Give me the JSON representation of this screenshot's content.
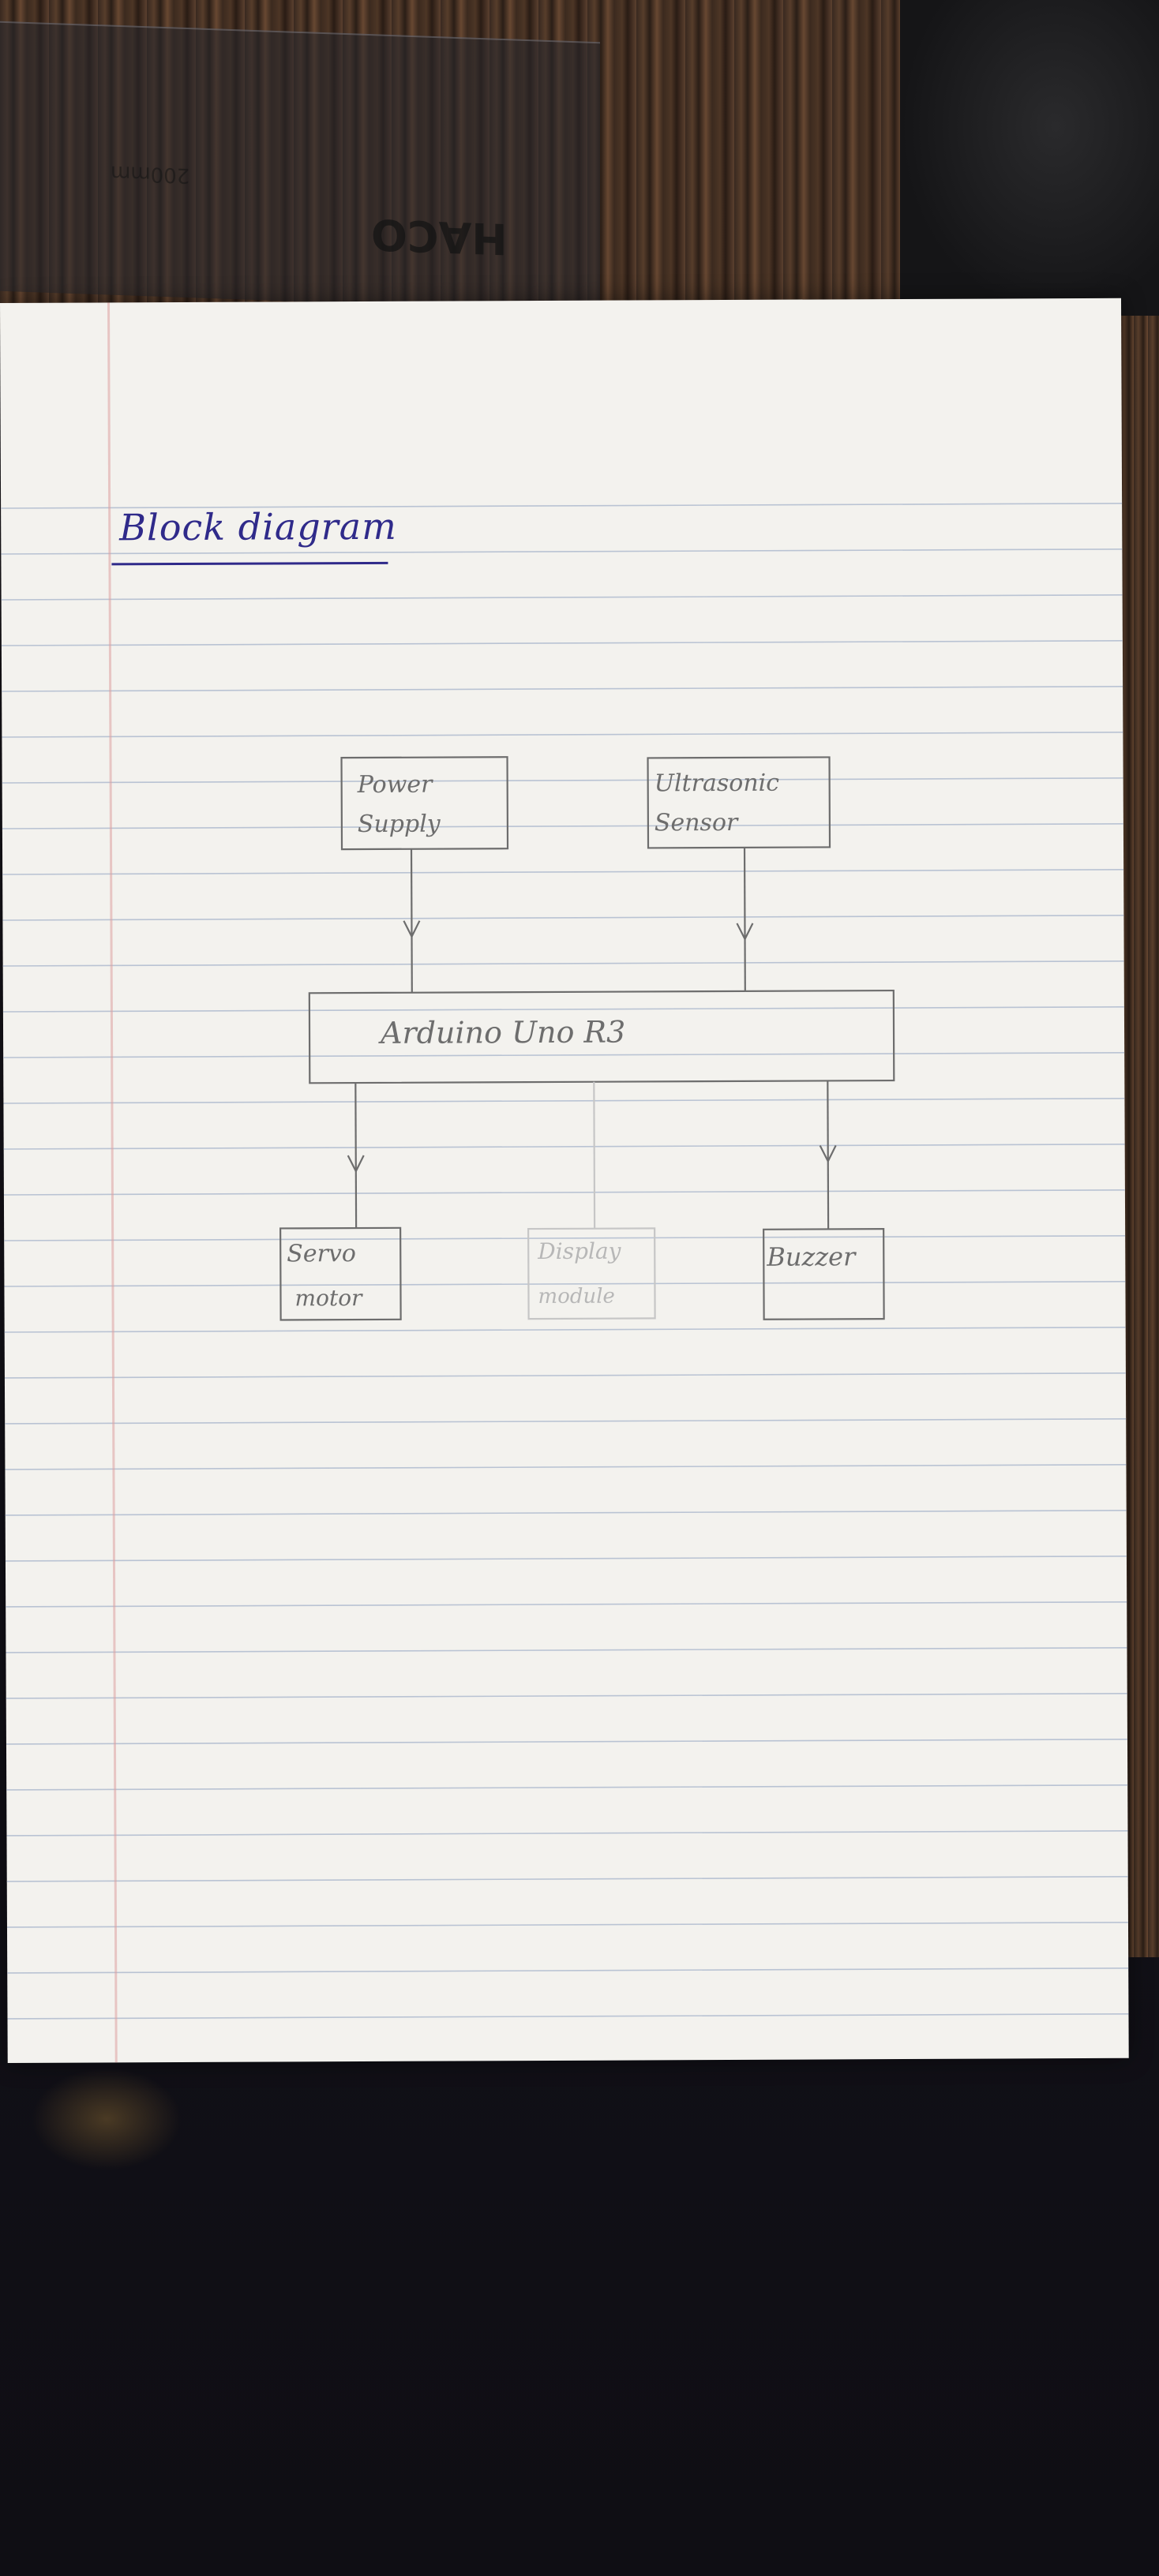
{
  "heading": "Block diagram",
  "diagram": {
    "nodes": {
      "power_supply": {
        "line1": "Power",
        "line2": "Supply"
      },
      "ultrasonic_sensor": {
        "line1": "Ultrasonic",
        "line2": "Sensor"
      },
      "arduino": {
        "label": "Arduino Uno R3"
      },
      "servo_motor": {
        "line1": "Servo",
        "line2": "motor"
      },
      "display_module": {
        "line1": "Display",
        "line2": "module"
      },
      "buzzer": {
        "label": "Buzzer"
      }
    },
    "edges": [
      {
        "from": "power_supply",
        "to": "arduino",
        "arrow": true
      },
      {
        "from": "ultrasonic_sensor",
        "to": "arduino",
        "arrow": true
      },
      {
        "from": "arduino",
        "to": "servo_motor",
        "arrow": true
      },
      {
        "from": "arduino",
        "to": "display_module",
        "arrow": false
      },
      {
        "from": "arduino",
        "to": "buzzer",
        "arrow": true
      }
    ],
    "ink_color": "#6d6d6d",
    "heading_ink_color": "#2f2a8a"
  },
  "background": {
    "ruler_text": "HACO",
    "ruler_subtext": "200mm"
  }
}
